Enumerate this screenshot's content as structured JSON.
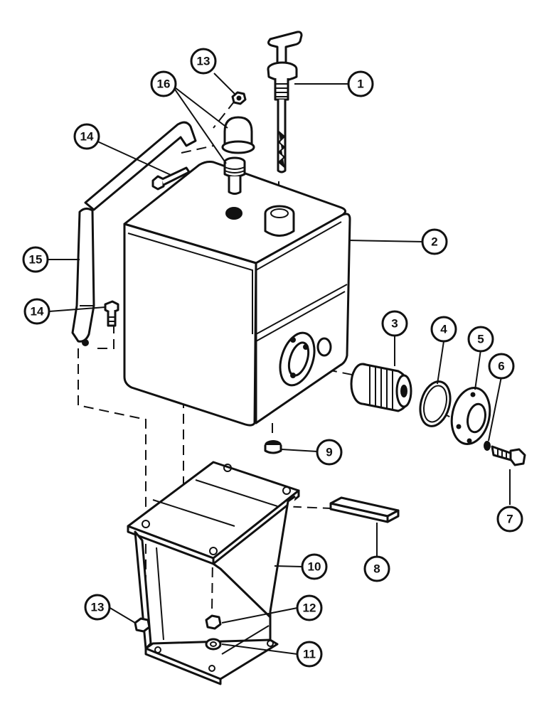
{
  "callouts": [
    {
      "id": "c1",
      "label": "1"
    },
    {
      "id": "c2",
      "label": "2"
    },
    {
      "id": "c3",
      "label": "3"
    },
    {
      "id": "c4",
      "label": "4"
    },
    {
      "id": "c5",
      "label": "5"
    },
    {
      "id": "c6",
      "label": "6"
    },
    {
      "id": "c7",
      "label": "7"
    },
    {
      "id": "c8",
      "label": "8"
    },
    {
      "id": "c9",
      "label": "9"
    },
    {
      "id": "c10",
      "label": "10"
    },
    {
      "id": "c11",
      "label": "11"
    },
    {
      "id": "c12",
      "label": "12"
    },
    {
      "id": "c13a",
      "label": "13"
    },
    {
      "id": "c13b",
      "label": "13"
    },
    {
      "id": "c14a",
      "label": "14"
    },
    {
      "id": "c14b",
      "label": "14"
    },
    {
      "id": "c15",
      "label": "15"
    },
    {
      "id": "c16",
      "label": "16"
    }
  ]
}
